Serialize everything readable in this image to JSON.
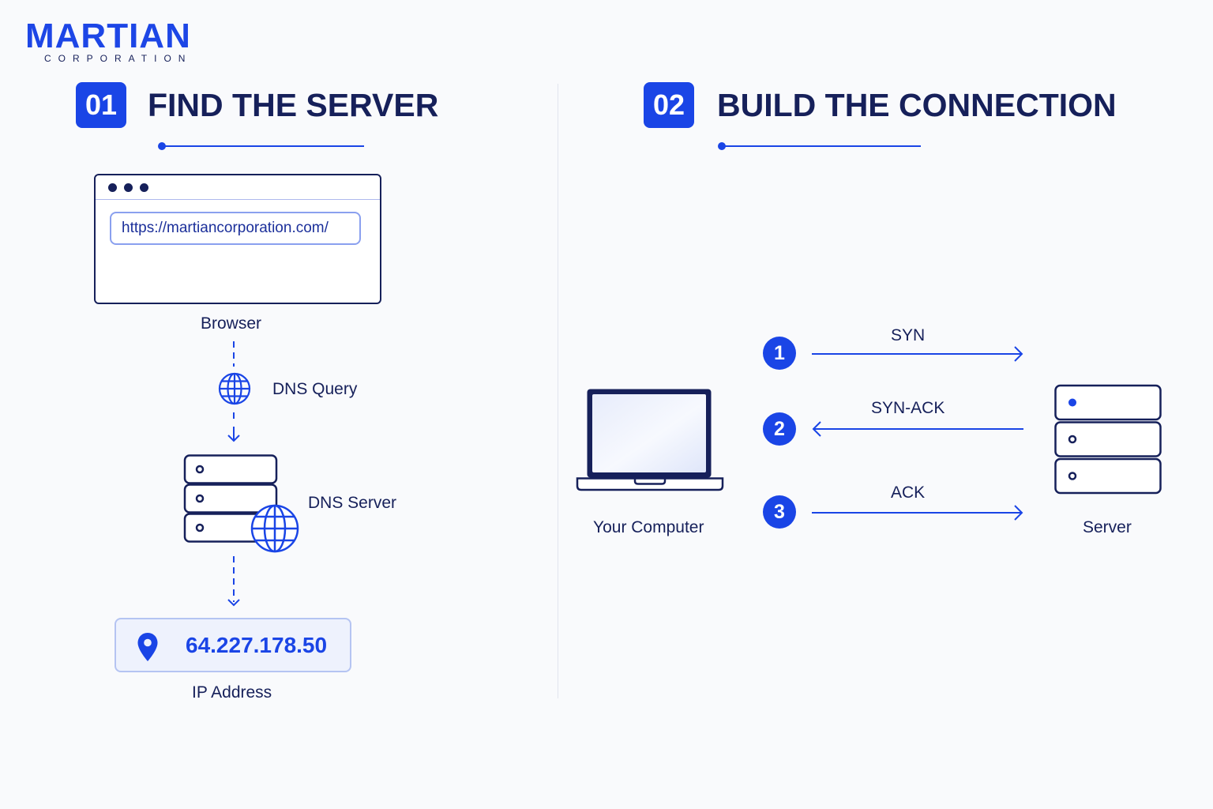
{
  "logo": {
    "word": "MARTIAN",
    "sub": "CORPORATION"
  },
  "sections": [
    {
      "number": "01",
      "title": "FIND THE SERVER"
    },
    {
      "number": "02",
      "title": "BUILD THE CONNECTION"
    }
  ],
  "dns_flow": {
    "url": "https://martiancorporation.com/",
    "browser_label": "Browser",
    "query_label": "DNS Query",
    "server_label": "DNS Server",
    "ip": "64.227.178.50",
    "ip_label": "IP Address"
  },
  "handshake": {
    "client_label": "Your Computer",
    "server_label": "Server",
    "steps": [
      {
        "number": "1",
        "label": "SYN",
        "direction": "to-server"
      },
      {
        "number": "2",
        "label": "SYN-ACK",
        "direction": "to-client"
      },
      {
        "number": "3",
        "label": "ACK",
        "direction": "to-server"
      }
    ]
  },
  "colors": {
    "accent": "#1a45e6",
    "navy": "#16205a",
    "light_blue": "#b5c4f2"
  }
}
